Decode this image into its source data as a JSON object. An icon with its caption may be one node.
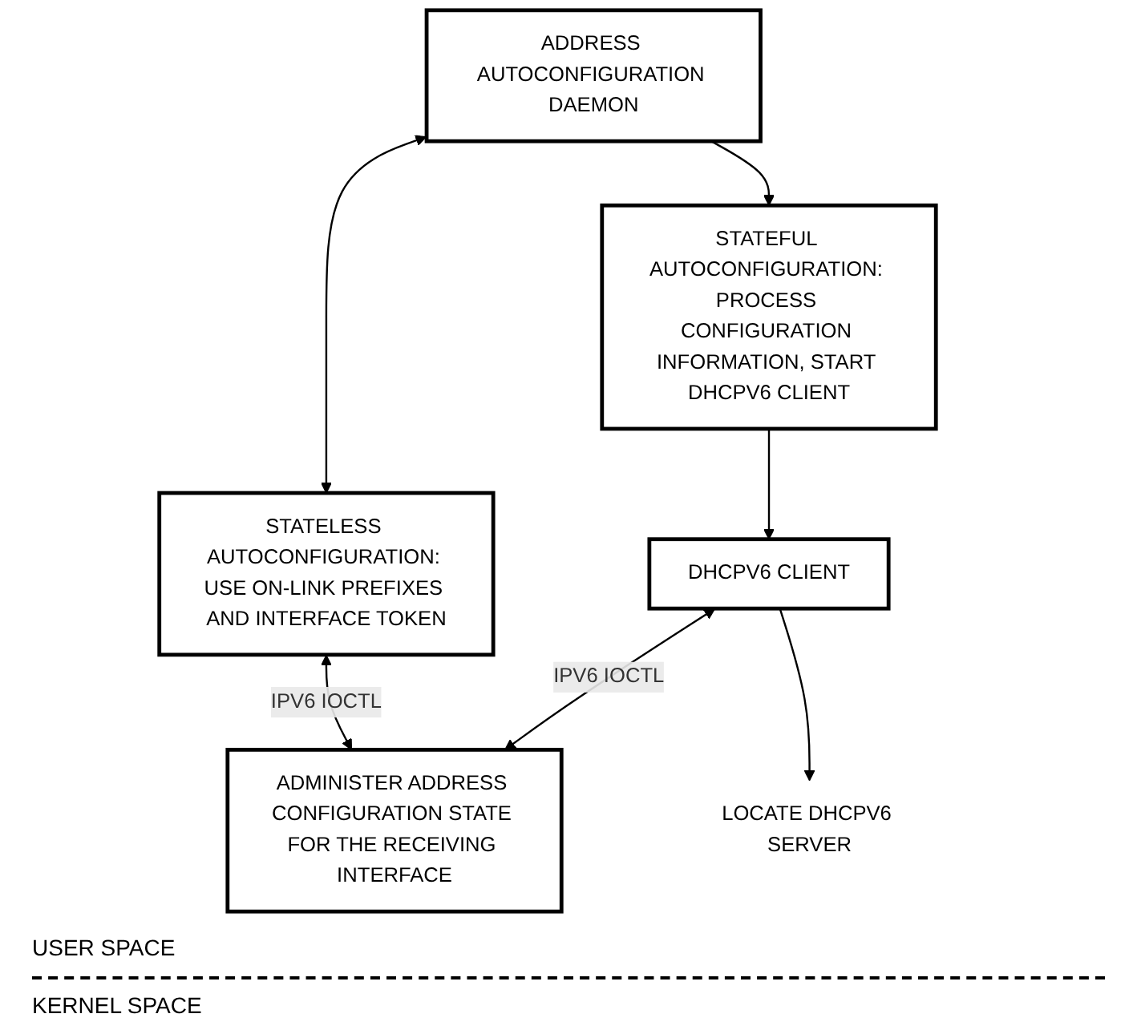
{
  "diagram": {
    "nodes": [
      {
        "text": [
          "ADDRESS AUTOCONFIGURATION DAEMON"
        ]
      },
      {
        "text": [
          "STATELESS AUTOCONFIGURATION: USE ON-LINK PREFIXES AND INTERFACE TOKEN"
        ]
      },
      {
        "text": [
          "STATEFUL AUTOCONFIGURATION: PROCESS CONFIGURATION INFORMATION, START DHCPV6 CLIENT"
        ]
      },
      {
        "text": [
          "DHCPV6 CLIENT"
        ]
      },
      {
        "text": [
          "LOCATE DHCPV6 SERVER"
        ]
      },
      {
        "text": [
          "ADMINISTER ADDRESS CONFIGURATION STATE FOR THE RECEIVING INTERFACE"
        ]
      }
    ],
    "edges": [
      {
        "from": 0,
        "to": 1,
        "arrow": "both"
      },
      {
        "from": 0,
        "to": 2,
        "arrow": "to"
      },
      {
        "from": 2,
        "to": 3,
        "arrow": "to"
      },
      {
        "from": 3,
        "to": 4,
        "arrow": "to"
      },
      {
        "from": 1,
        "to": 5,
        "arrow": "both",
        "label": "IPV6 IOCTL"
      },
      {
        "from": 3,
        "to": 5,
        "arrow": "both",
        "label": "IPV6 IOCTL"
      }
    ],
    "labels": [
      "USER SPACE",
      "KERNEL SPACE"
    ]
  }
}
